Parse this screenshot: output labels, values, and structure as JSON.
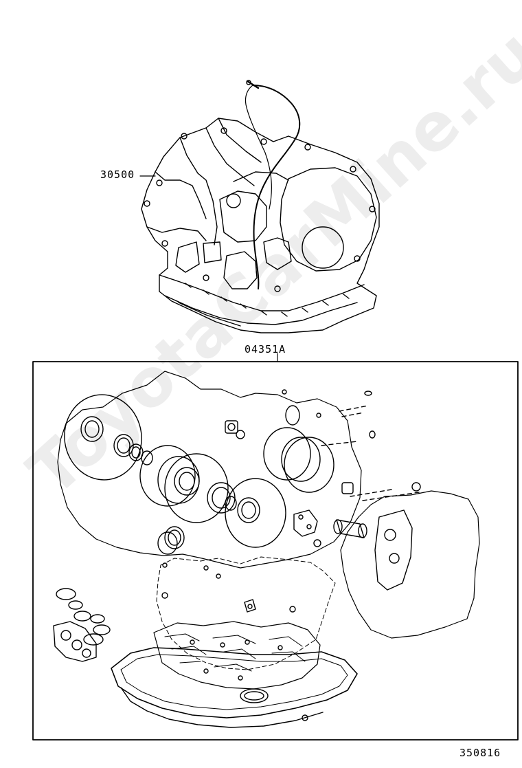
{
  "callouts": {
    "transaxle_assy": "30500",
    "overhaul_kit": "04351A",
    "figure_number": "350816"
  },
  "watermark": "ToyotaCarMine.ru",
  "colors": {
    "line": "#000000",
    "background": "#ffffff",
    "watermark": "#e8e8e8"
  }
}
